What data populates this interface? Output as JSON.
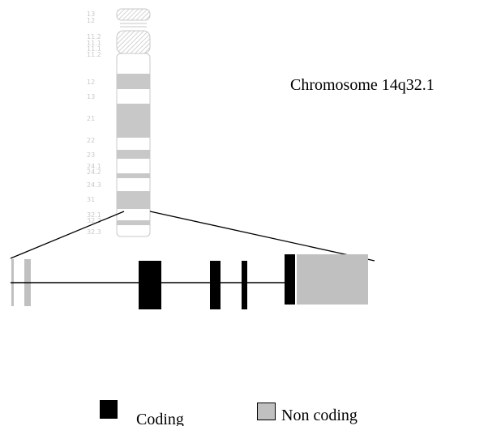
{
  "chromosome": {
    "title": "Chromosome 14q32.1",
    "bands": [
      "13",
      "12",
      "11.2",
      "11.1",
      "11.1",
      "11.2",
      "12",
      "13",
      "21",
      "22",
      "23",
      "24.1",
      "24.2",
      "24.3",
      "31",
      "32.1",
      "32.2",
      "32.3"
    ]
  },
  "legend": {
    "coding_label": "Coding",
    "noncoding_label": "Non coding"
  },
  "colors": {
    "coding": "#000000",
    "noncoding": "#c0c0c0",
    "ideogram_band": "#c8c8c8",
    "ideogram_outline": "#c8c8c8"
  }
}
